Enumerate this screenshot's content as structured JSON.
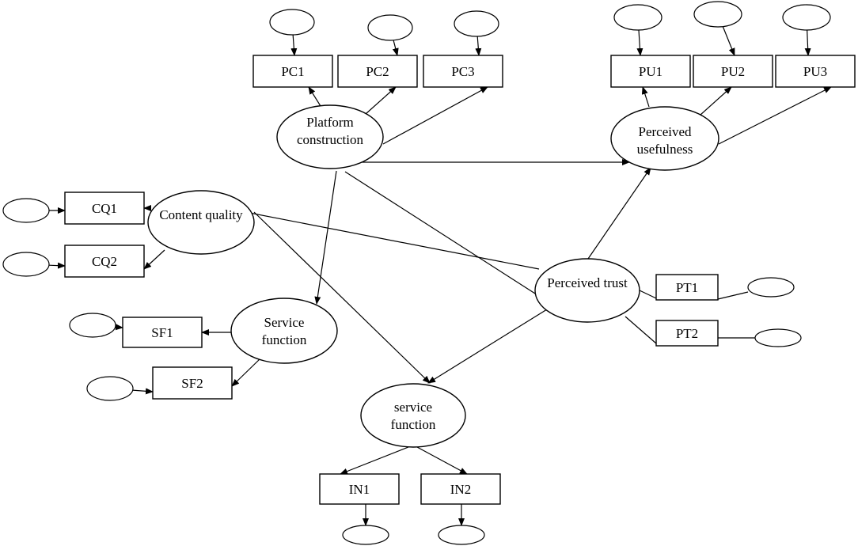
{
  "diagram": {
    "nodes": {
      "PC1": {
        "lines": [
          "PC1"
        ]
      },
      "PC2": {
        "lines": [
          "PC2"
        ]
      },
      "PC3": {
        "lines": [
          "PC3"
        ]
      },
      "PU1": {
        "lines": [
          "PU1"
        ]
      },
      "PU2": {
        "lines": [
          "PU2"
        ]
      },
      "PU3": {
        "lines": [
          "PU3"
        ]
      },
      "CQ1": {
        "lines": [
          "CQ1"
        ]
      },
      "CQ2": {
        "lines": [
          "CQ2"
        ]
      },
      "SF1": {
        "lines": [
          "SF1"
        ]
      },
      "SF2": {
        "lines": [
          "SF2"
        ]
      },
      "PT1": {
        "lines": [
          "PT1"
        ]
      },
      "PT2": {
        "lines": [
          "PT2"
        ]
      },
      "IN1": {
        "lines": [
          "IN1"
        ]
      },
      "IN2": {
        "lines": [
          "IN2"
        ]
      },
      "platform_construction": {
        "lines": [
          "Platform",
          "construction"
        ]
      },
      "perceived_usefulness": {
        "lines": [
          "Perceived",
          "usefulness"
        ]
      },
      "content_quality": {
        "lines": [
          "Content quality"
        ]
      },
      "service_function_upper": {
        "lines": [
          "Service",
          "function"
        ]
      },
      "perceived_trust": {
        "lines": [
          "Perceived trust"
        ]
      },
      "service_function_lower": {
        "lines": [
          "service",
          "function"
        ]
      }
    },
    "error_terms": [
      "PC1",
      "PC2",
      "PC3",
      "PU1",
      "PU2",
      "PU3",
      "CQ1",
      "CQ2",
      "SF1",
      "SF2",
      "PT1",
      "PT2",
      "IN1",
      "IN2"
    ],
    "paths": [
      {
        "from": "platform_construction",
        "to": "PC1"
      },
      {
        "from": "platform_construction",
        "to": "PC2"
      },
      {
        "from": "platform_construction",
        "to": "PC3"
      },
      {
        "from": "perceived_usefulness",
        "to": "PU1"
      },
      {
        "from": "perceived_usefulness",
        "to": "PU2"
      },
      {
        "from": "perceived_usefulness",
        "to": "PU3"
      },
      {
        "from": "content_quality",
        "to": "CQ1"
      },
      {
        "from": "content_quality",
        "to": "CQ2"
      },
      {
        "from": "service_function_upper",
        "to": "SF1"
      },
      {
        "from": "service_function_upper",
        "to": "SF2"
      },
      {
        "from": "perceived_trust",
        "to": "PT1"
      },
      {
        "from": "perceived_trust",
        "to": "PT2"
      },
      {
        "from": "service_function_lower",
        "to": "IN1"
      },
      {
        "from": "service_function_lower",
        "to": "IN2"
      },
      {
        "from": "platform_construction",
        "to": "perceived_usefulness"
      },
      {
        "from": "platform_construction",
        "to": "service_function_upper"
      },
      {
        "from": "platform_construction",
        "to": "perceived_trust"
      },
      {
        "from": "content_quality",
        "to": "perceived_trust"
      },
      {
        "from": "content_quality",
        "to": "service_function_lower"
      },
      {
        "from": "perceived_trust",
        "to": "perceived_usefulness"
      },
      {
        "from": "perceived_trust",
        "to": "service_function_lower"
      }
    ]
  }
}
